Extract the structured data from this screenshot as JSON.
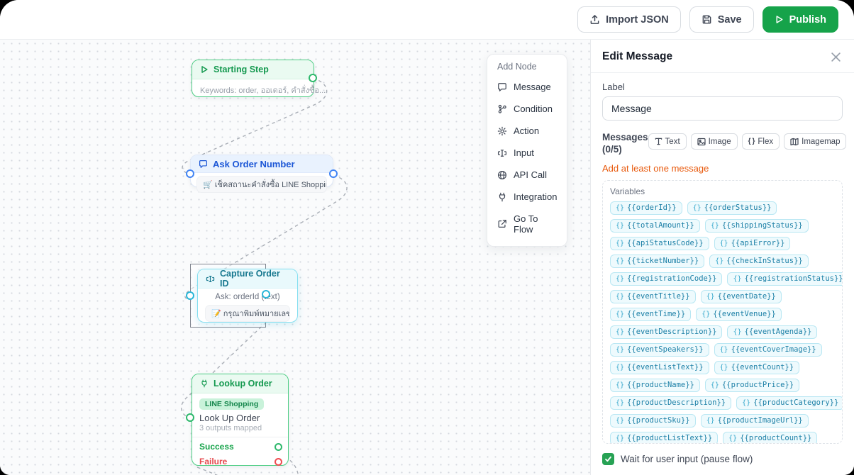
{
  "topbar": {
    "import_label": "Import JSON",
    "save_label": "Save",
    "publish_label": "Publish"
  },
  "canvas": {
    "nodes": {
      "starting_step": {
        "title": "Starting Step",
        "subtitle": "Keywords: order, ออเดอร์, คำสั่งซื้อ..."
      },
      "ask_order_number": {
        "title": "Ask Order Number",
        "chip": "🛒 เช็คสถานะคำสั่งซื้อ LINE Shopping ..."
      },
      "capture_order_id": {
        "title": "Capture Order ID",
        "ask_line": "Ask: orderId (text)",
        "chip": "📝 กรุณาพิมพ์หมายเลข..."
      },
      "lookup_order": {
        "title": "Lookup Order",
        "badge": "LINE Shopping",
        "action": "Look Up Order",
        "meta": "3 outputs mapped",
        "success_label": "Success",
        "failure_label": "Failure"
      }
    }
  },
  "add_node": {
    "title": "Add Node",
    "items": [
      {
        "icon": "message-icon",
        "label": "Message"
      },
      {
        "icon": "condition-icon",
        "label": "Condition"
      },
      {
        "icon": "action-icon",
        "label": "Action"
      },
      {
        "icon": "input-icon",
        "label": "Input"
      },
      {
        "icon": "api-call-icon",
        "label": "API Call"
      },
      {
        "icon": "integration-icon",
        "label": "Integration"
      },
      {
        "icon": "go-to-flow-icon",
        "label": "Go To Flow"
      }
    ]
  },
  "panel": {
    "title": "Edit Message",
    "label_field": {
      "label": "Label",
      "value": "Message"
    },
    "messages": {
      "label": "Messages",
      "count": "(0/5)",
      "buttons": [
        {
          "icon": "text-icon",
          "label": "Text"
        },
        {
          "icon": "image-icon",
          "label": "Image"
        },
        {
          "icon": "flex-icon",
          "label": "Flex"
        },
        {
          "icon": "imagemap-icon",
          "label": "Imagemap"
        }
      ],
      "warning": "Add at least one message"
    },
    "variables": {
      "label": "Variables",
      "prefix": "{}",
      "rows": [
        [
          "{{orderId}}",
          "{{orderStatus}}"
        ],
        [
          "{{totalAmount}}",
          "{{shippingStatus}}"
        ],
        [
          "{{apiStatusCode}}",
          "{{apiError}}"
        ],
        [
          "{{ticketNumber}}",
          "{{checkInStatus}}"
        ],
        [
          "{{registrationCode}}",
          "{{registrationStatus}}"
        ],
        [
          "{{eventTitle}}",
          "{{eventDate}}"
        ],
        [
          "{{eventTime}}",
          "{{eventVenue}}"
        ],
        [
          "{{eventDescription}}",
          "{{eventAgenda}}"
        ],
        [
          "{{eventSpeakers}}",
          "{{eventCoverImage}}"
        ],
        [
          "{{eventListText}}",
          "{{eventCount}}"
        ],
        [
          "{{productName}}",
          "{{productPrice}}"
        ],
        [
          "{{productDescription}}",
          "{{productCategory}}"
        ],
        [
          "{{productSku}}",
          "{{productImageUrl}}"
        ],
        [
          "{{productListText}}",
          "{{productCount}}"
        ]
      ]
    },
    "wait_checkbox": {
      "label": "Wait for user input (pause flow)",
      "checked": true
    }
  },
  "colors": {
    "accent_green": "#16a34a",
    "node_green": "#4ccd83",
    "node_blue": "#1b56d6",
    "node_cyan": "#29b6d8",
    "failure_red": "#e5484d",
    "warning_orange": "#e8590c",
    "chip_teal": "#1b7fa6"
  }
}
